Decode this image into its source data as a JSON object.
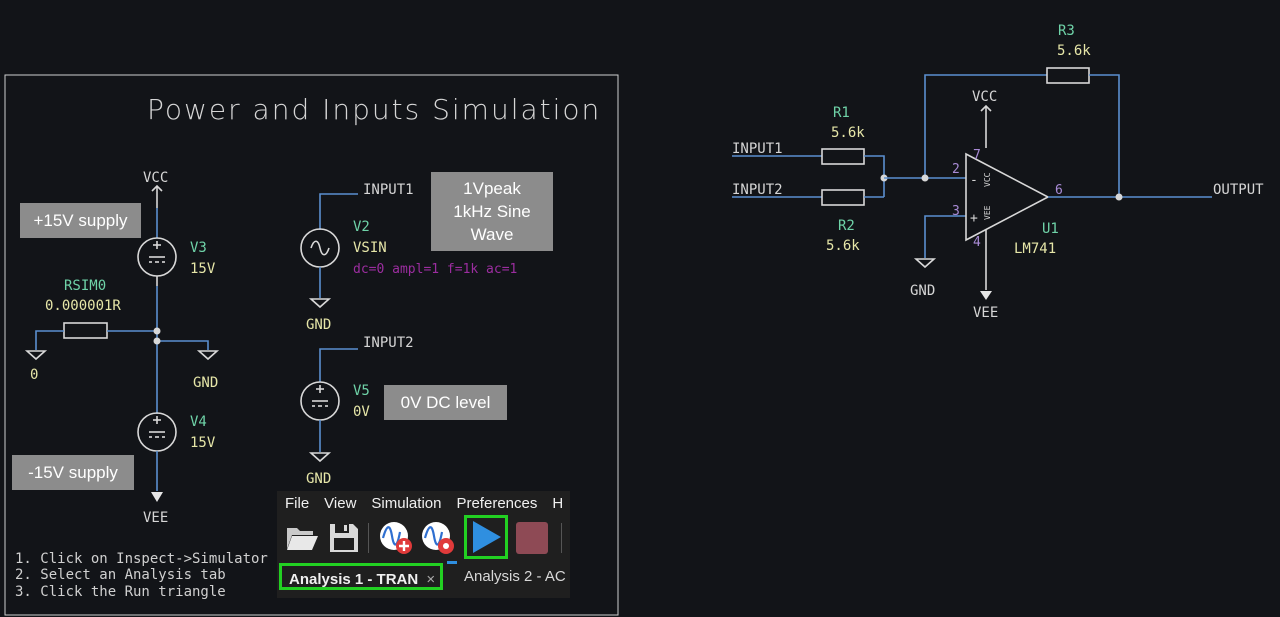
{
  "frame": {
    "title": "Power and Inputs Simulation"
  },
  "power": {
    "vcc_label": "VCC",
    "pos_supply_note": "+15V supply",
    "v3_ref": "V3",
    "v3_value": "15V",
    "rsim_ref": "RSIM0",
    "rsim_value": "0.000001R",
    "zero_label": "0",
    "gnd_label": "GND",
    "v4_ref": "V4",
    "v4_value": "15V",
    "neg_supply_note": "-15V supply",
    "vee_label": "VEE"
  },
  "inputs": {
    "input1_label": "INPUT1",
    "v2_ref": "V2",
    "v2_value": "VSIN",
    "v2_params": "dc=0 ampl=1 f=1k ac=1",
    "gnd1_label": "GND",
    "sine_note_line1": "1Vpeak",
    "sine_note_line2": "1kHz Sine",
    "sine_note_line3": "Wave",
    "input2_label": "INPUT2",
    "v5_ref": "V5",
    "v5_value": "0V",
    "dc_note": "0V DC level",
    "gnd2_label": "GND"
  },
  "instructions": [
    "1. Click on Inspect->Simulator",
    "2. Select an Analysis tab",
    "3. Click the Run triangle"
  ],
  "simulator": {
    "menu": [
      "File",
      "View",
      "Simulation",
      "Preferences",
      "H"
    ],
    "active_tab": "Analysis 1 - TRAN",
    "tab_close": "×",
    "inactive_tab": "Analysis 2 - AC",
    "highlight_color": "#22d022",
    "accent_color": "#2f8fe0"
  },
  "amplifier": {
    "r3_ref": "R3",
    "r3_value": "5.6k",
    "r1_ref": "R1",
    "r1_value": "5.6k",
    "r2_ref": "R2",
    "r2_value": "5.6k",
    "input1_label": "INPUT1",
    "input2_label": "INPUT2",
    "vcc_label": "VCC",
    "gnd_label": "GND",
    "vee_label": "VEE",
    "u1_ref": "U1",
    "u1_value": "LM741",
    "output_label": "OUTPUT",
    "pin_inv": "2",
    "pin_noninv": "3",
    "pin_vcc": "7",
    "pin_vee": "4",
    "pin_out": "6",
    "minus_sign": "-",
    "plus_sign": "+",
    "vcc_pin_name": "VCC",
    "vee_pin_name": "VEE"
  },
  "colors": {
    "background": "#121418",
    "wire": "#5a8fcf",
    "reference": "#6fd3a8",
    "value": "#e6e6a8",
    "pin_number": "#a98bd6",
    "sim_params": "#9b2d9f",
    "note_box": "#8c8c8c"
  }
}
